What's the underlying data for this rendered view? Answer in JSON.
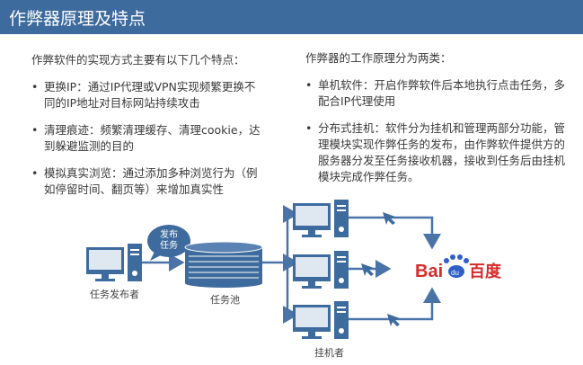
{
  "title": "作弊器原理及特点",
  "left": {
    "intro": "作弊软件的实现方式主要有以下几个特点：",
    "bullets": [
      "更换IP：通过IP代理或VPN实现频繁更换不同的IP地址对目标网站持续攻击",
      "清理痕迹：频繁清理缓存、清理cookie，达到躲避监测的目的",
      "模拟真实浏览：通过添加多种浏览行为（例如停留时间、翻页等）来增加真实性"
    ]
  },
  "right": {
    "intro": "作弊器的工作原理分为两类：",
    "bullets": [
      "单机软件：开启作弊软件后本地执行点击任务，多配合IP代理使用",
      "分布式挂机：软件分为挂机和管理两部分功能，管理模块实现作弊任务的发布，由作弊软件提供方的服务器分发至任务接收机器，接收到任务后由挂机模块完成作弊任务。"
    ]
  },
  "diagram": {
    "publisher": "任务发布者",
    "bubble_line1": "发布",
    "bubble_line2": "任务",
    "pool": "任务池",
    "workers": "挂机者",
    "target_logo": "Baidu百度"
  },
  "colors": {
    "header": "#3e6b9e",
    "diagram": "#4a74a8",
    "baidu_red": "#d52b2b",
    "baidu_blue": "#2f5fc9"
  }
}
